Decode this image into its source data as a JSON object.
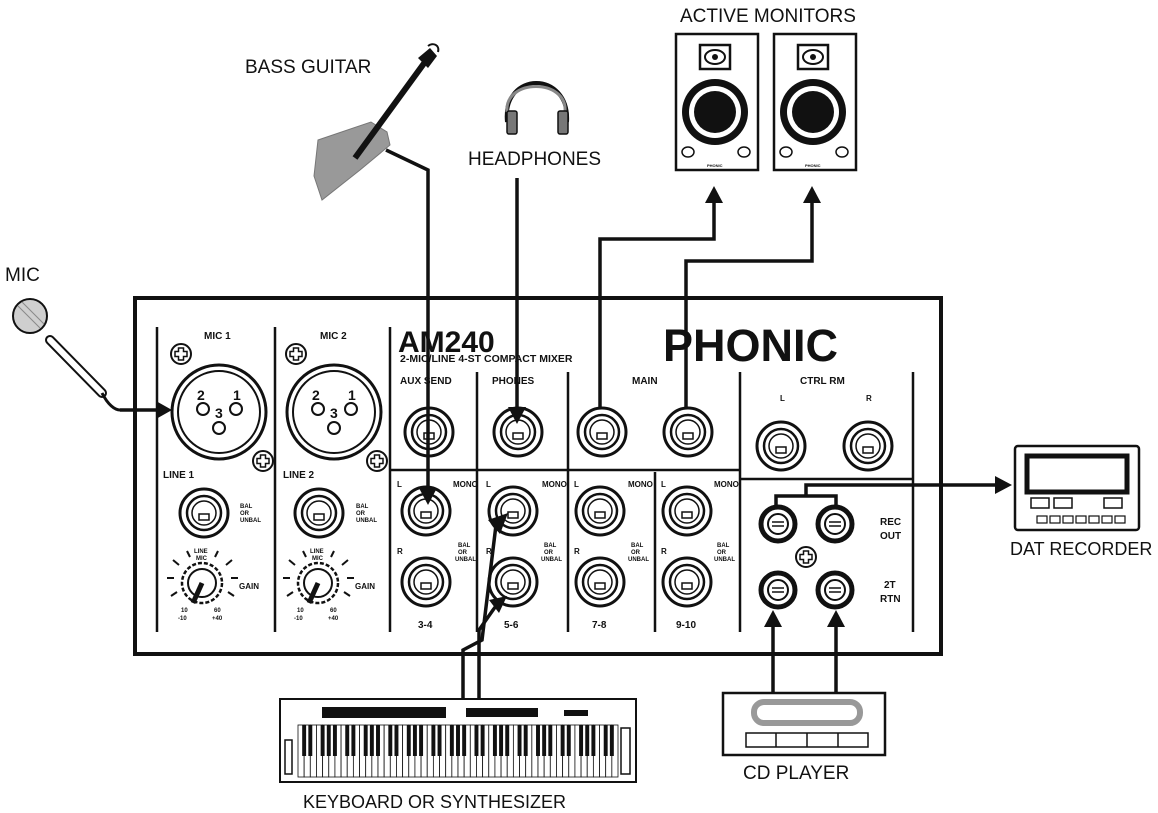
{
  "devices": {
    "mic": "MIC",
    "bass_guitar": "BASS GUITAR",
    "headphones": "HEADPHONES",
    "active_monitors": "ACTIVE MONITORS",
    "dat_recorder": "DAT RECORDER",
    "cd_player": "CD PLAYER",
    "keyboard": "KEYBOARD  OR SYNTHESIZER",
    "monitor_brand": "PHONIC"
  },
  "mixer": {
    "model": "AM240",
    "subtitle": "2-MIC/LINE 4-ST COMPACT MIXER",
    "brand": "PHONIC",
    "mic1": "MIC 1",
    "mic2": "MIC 2",
    "line1": "LINE 1",
    "line2": "LINE 2",
    "aux_send": "AUX SEND",
    "phones": "PHONES",
    "main": "MAIN",
    "ctrl_rm": "CTRL RM",
    "left": "L",
    "right": "R",
    "mono": "MONO",
    "bal": "BAL",
    "or": "OR",
    "unbal": "UNBAL",
    "line_mic_line": "LINE",
    "line_mic_mic": "MIC",
    "gain": "GAIN",
    "gain_10": "10",
    "gain_m10": "-10",
    "gain_60": "60",
    "gain_p40": "+40",
    "ch_3_4": "3-4",
    "ch_5_6": "5-6",
    "ch_7_8": "7-8",
    "ch_9_10": "9-10",
    "rec": "REC",
    "out": "OUT",
    "two_t": "2T",
    "rtn": "RTN",
    "xlr_pins": [
      "2",
      "1",
      "3"
    ]
  }
}
